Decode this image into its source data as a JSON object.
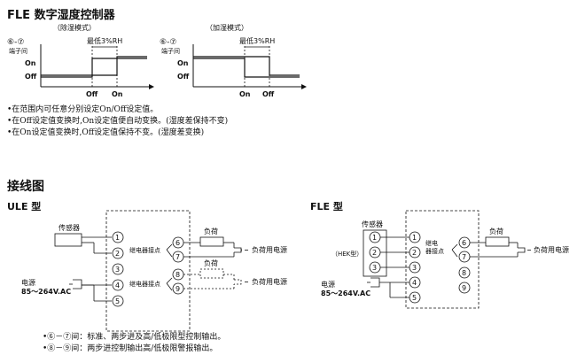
{
  "title": "FLE 数字湿度控制器",
  "timing": {
    "left": {
      "mode": "（除湿模式）",
      "terminals": "⑥-⑦",
      "terminals_label": "端子间",
      "on": "On",
      "off": "Off",
      "note": "最低3%RH",
      "x_off": "Off",
      "x_on": "On"
    },
    "right": {
      "mode": "（加湿模式）",
      "terminals": "⑥-⑦",
      "terminals_label": "端子间",
      "on": "On",
      "off": "Off",
      "note": "最低3%RH",
      "x_on": "On",
      "x_off": "Off"
    }
  },
  "notes": [
    "•在范围内可任意分别设定On/Off设定值。",
    "•在Off设定值变换时,On设定值便自动变换。(湿度差保持不变)",
    "•在On设定值变换时,Off设定值保持不变。(湿度差变换)"
  ],
  "wiring_title": "接线图",
  "ule": {
    "title": "ULE 型",
    "sensor": "传感器",
    "relay": "继电器接点",
    "load1": "负荷",
    "load2": "负荷",
    "load_power1": "负荷用电源",
    "load_power2": "负荷用电源",
    "power": "电源",
    "voltage": "85～264V.AC",
    "terminals": [
      "1",
      "2",
      "3",
      "4",
      "5",
      "6",
      "7",
      "8",
      "9"
    ]
  },
  "fle": {
    "title": "FLE 型",
    "sensor": "传感器",
    "hek": "（HEK型）",
    "relay_line1": "继电",
    "relay_line2": "器接点",
    "load": "负荷",
    "load_power": "负荷用电源",
    "power": "电源",
    "voltage": "85～264V.AC",
    "sensor_terms": [
      "1",
      "2",
      "3"
    ],
    "terminals": [
      "1",
      "2",
      "3",
      "4",
      "5",
      "6",
      "7",
      "8",
      "9"
    ]
  },
  "footnotes": [
    "•⑥－⑦间：标准、两步进及高/低极限型控制输出。",
    "•⑧－⑨间：两步进控制输出高/低极限警报输出。"
  ]
}
